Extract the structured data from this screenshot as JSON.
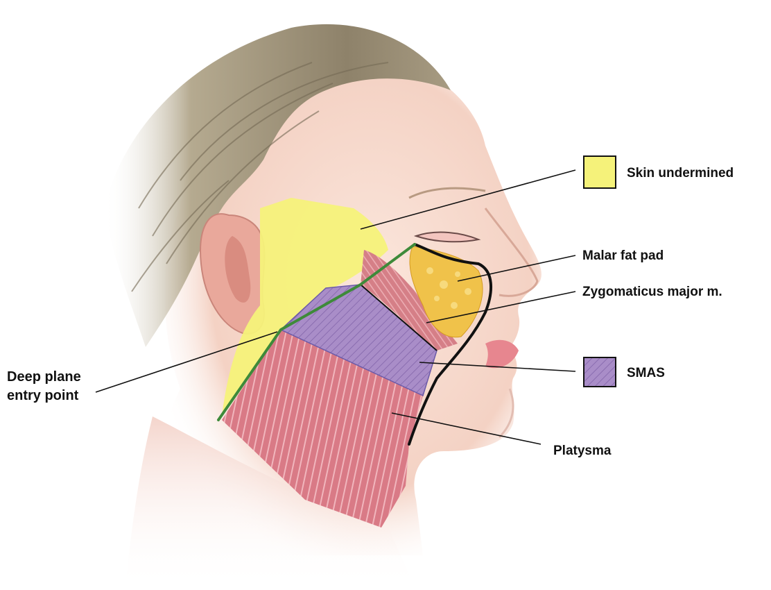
{
  "labels": {
    "skin_undermined": "Skin undermined",
    "malar_fat_pad": "Malar fat pad",
    "zygomaticus_major": "Zygomaticus major m.",
    "smas": "SMAS",
    "platysma": "Platysma",
    "deep_plane_line1": "Deep plane",
    "deep_plane_line2": "entry point"
  },
  "colors": {
    "skin_undermined": "#f5f27a",
    "smas": "#a98dc8",
    "platysma": "#d97a86",
    "malar_fat": "#f0c24a",
    "deep_plane_line": "#3e8a3a",
    "skin": "#f7dcd0",
    "hair": "#9b8e72"
  }
}
